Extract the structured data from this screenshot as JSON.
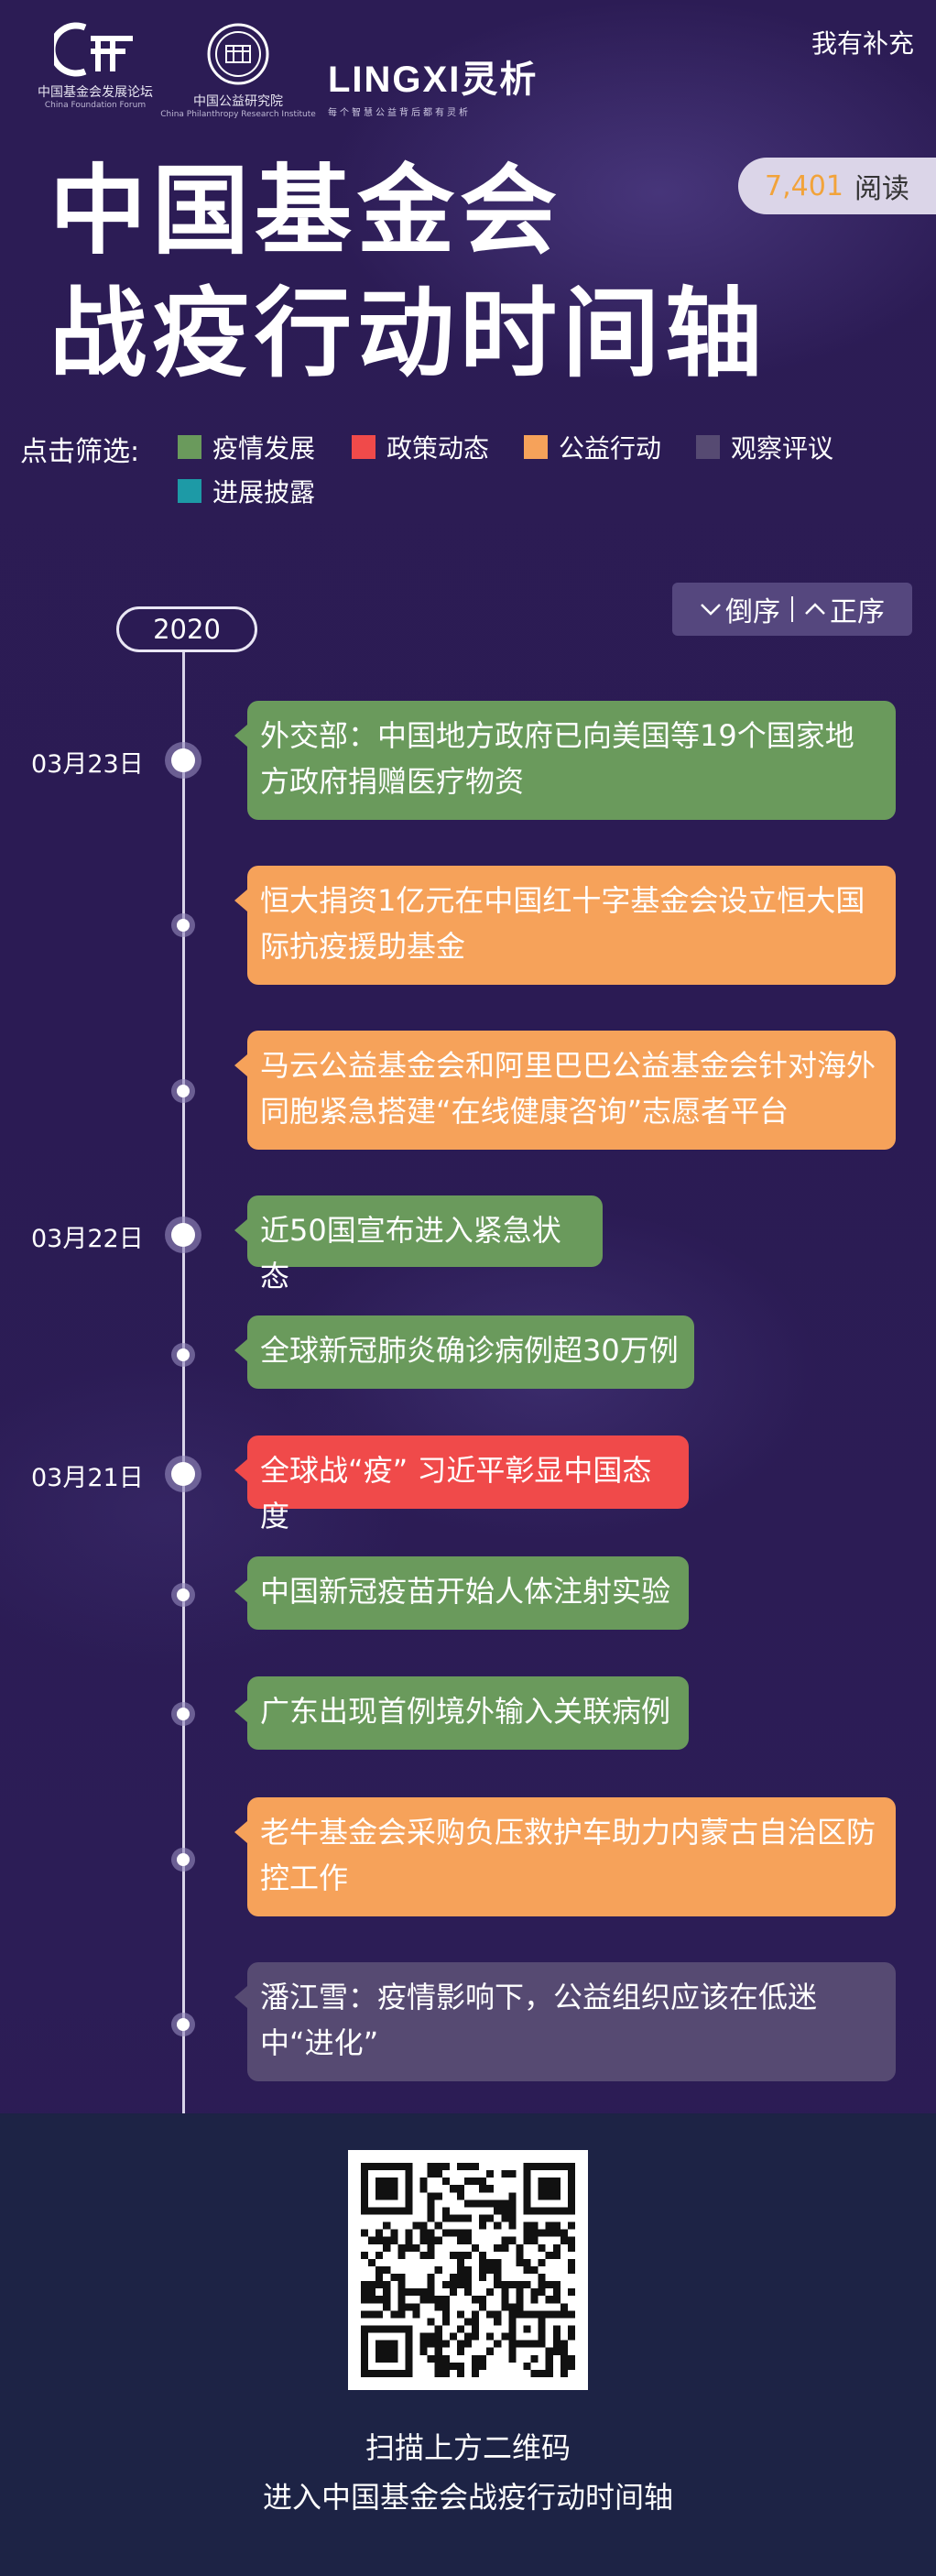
{
  "header": {
    "logo1": {
      "name": "中国基金会发展论坛",
      "sub": "China Foundation Forum"
    },
    "logo2": {
      "name": "中国公益研究院",
      "sub": "China Philanthropy Research Institute"
    },
    "logo3": {
      "name": "LINGXI灵析",
      "sub": "每个智慧公益背后都有灵析"
    },
    "supplement": "我有补充",
    "read_count": "7,401",
    "read_label": "阅读",
    "title_line1": "中国基金会",
    "title_line2": "战疫行动时间轴"
  },
  "filters": {
    "label": "点击筛选:",
    "items": [
      {
        "label": "疫情发展",
        "color": "#6a9a5c"
      },
      {
        "label": "政策动态",
        "color": "#f04a4a"
      },
      {
        "label": "公益行动",
        "color": "#f6a25a"
      },
      {
        "label": "观察评议",
        "color": "#564a72"
      },
      {
        "label": "进展披露",
        "color": "#1d9aa6"
      }
    ]
  },
  "sort": {
    "desc_label": "倒序",
    "asc_label": "正序"
  },
  "timeline": {
    "year": "2020",
    "dates": [
      "03月23日",
      "03月22日",
      "03月21日"
    ],
    "events": [
      {
        "text": "外交部：中国地方政府已向美国等19个国家地方政府捐赠医疗物资",
        "category": "疫情发展",
        "color": "#6a9a5c"
      },
      {
        "text": "恒大捐资1亿元在中国红十字基金会设立恒大国际抗疫援助基金",
        "category": "公益行动",
        "color": "#f6a25a"
      },
      {
        "text": "马云公益基金会和阿里巴巴公益基金会针对海外同胞紧急搭建“在线健康咨询”志愿者平台",
        "category": "公益行动",
        "color": "#f6a25a"
      },
      {
        "text": "近50国宣布进入紧急状态",
        "category": "疫情发展",
        "color": "#6a9a5c"
      },
      {
        "text": "全球新冠肺炎确诊病例超30万例",
        "category": "疫情发展",
        "color": "#6a9a5c"
      },
      {
        "text": "全球战“疫” 习近平彰显中国态度",
        "category": "政策动态",
        "color": "#f04a4a"
      },
      {
        "text": "中国新冠疫苗开始人体注射实验",
        "category": "疫情发展",
        "color": "#6a9a5c"
      },
      {
        "text": "广东出现首例境外输入关联病例",
        "category": "疫情发展",
        "color": "#6a9a5c"
      },
      {
        "text": "老牛基金会采购负压救护车助力内蒙古自治区防控工作",
        "category": "公益行动",
        "color": "#f6a25a"
      },
      {
        "text": "潘江雪：疫情影响下，公益组织应该在低迷中“进化”",
        "category": "观察评议",
        "color": "#564a72"
      }
    ]
  },
  "footer": {
    "line1": "扫描上方二维码",
    "line2": "进入中国基金会战疫行动时间轴"
  }
}
